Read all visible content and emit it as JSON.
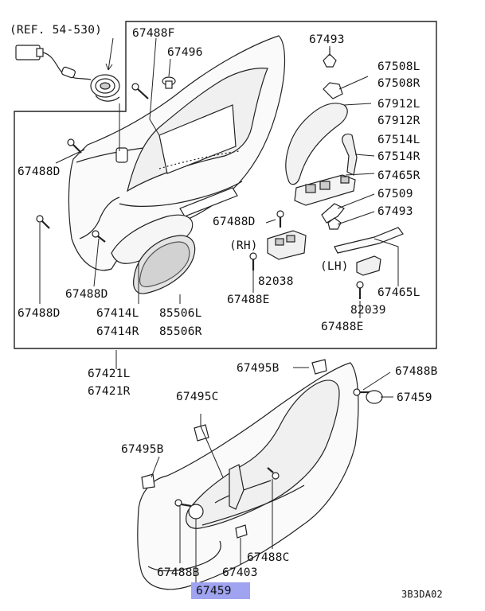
{
  "diagram": {
    "ref_note": "(REF. 54-530)",
    "rh_note": "(RH)",
    "lh_note": "(LH)",
    "code": "3B3DA02",
    "highlighted_part": "67459",
    "highlight_color": "#9fa3f0"
  },
  "labels": {
    "p67488F": "67488F",
    "p67496": "67496",
    "p67493_top": "67493",
    "p67508L": "67508L",
    "p67508R": "67508R",
    "p67912L": "67912L",
    "p67912R": "67912R",
    "p67514L": "67514L",
    "p67514R": "67514R",
    "p67465R": "67465R",
    "p67509": "67509",
    "p67493_mid": "67493",
    "p67488D_left": "67488D",
    "p67488D_center": "67488D",
    "p67488D_left2": "67488D",
    "p67488D_low": "67488D",
    "p82038": "82038",
    "p67488E_rh": "67488E",
    "p67465L": "67465L",
    "p82039": "82039",
    "p67488E_lh": "67488E",
    "p67414L": "67414L",
    "p67414R": "67414R",
    "p85506L": "85506L",
    "p85506R": "85506R",
    "p67421L": "67421L",
    "p67421R": "67421R",
    "p67495B_top": "67495B",
    "p67488B_right": "67488B",
    "p67459_right": "67459",
    "p67495C": "67495C",
    "p67495B_left": "67495B",
    "p67488C": "67488C",
    "p67488B_bottom": "67488B",
    "p67403": "67403",
    "p67459_bottom": "67459"
  }
}
